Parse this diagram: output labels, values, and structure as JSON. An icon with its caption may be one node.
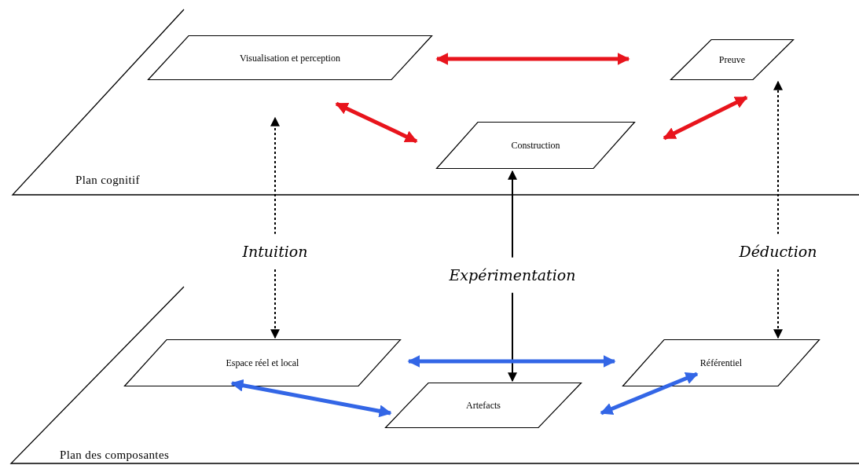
{
  "diagram": {
    "nodes": [
      {
        "text": [
          "Plan cognitif"
        ]
      },
      {
        "text": [
          "Visualisation et perception"
        ],
        "in": 0
      },
      {
        "text": [
          "Preuve"
        ],
        "in": 0
      },
      {
        "text": [
          "Construction"
        ],
        "in": 0
      },
      {
        "text": [
          "Plan des composantes"
        ]
      },
      {
        "text": [
          "Espace réel et local"
        ],
        "in": 4
      },
      {
        "text": [
          "Référentiel"
        ],
        "in": 4
      },
      {
        "text": [
          "Artefacts"
        ],
        "in": 4
      }
    ],
    "edges": [
      {
        "from": 1,
        "to": 2,
        "arrow": "both",
        "color": "#e8141c"
      },
      {
        "from": 1,
        "to": 3,
        "arrow": "both",
        "color": "#e8141c"
      },
      {
        "from": 3,
        "to": 2,
        "arrow": "both",
        "color": "#e8141c"
      },
      {
        "from": 5,
        "to": 1,
        "arrow": "both",
        "label": "Intuition",
        "style": "dashed",
        "color": "#000000"
      },
      {
        "from": 7,
        "to": 3,
        "arrow": "both",
        "label": "Expérimentation",
        "color": "#000000"
      },
      {
        "from": 6,
        "to": 2,
        "arrow": "both",
        "label": "Déduction",
        "style": "dashed",
        "color": "#000000"
      },
      {
        "from": 5,
        "to": 6,
        "arrow": "both",
        "color": "#3366e6"
      },
      {
        "from": 5,
        "to": 7,
        "arrow": "both",
        "color": "#3366e6"
      },
      {
        "from": 7,
        "to": 6,
        "arrow": "both",
        "color": "#3366e6"
      }
    ]
  }
}
